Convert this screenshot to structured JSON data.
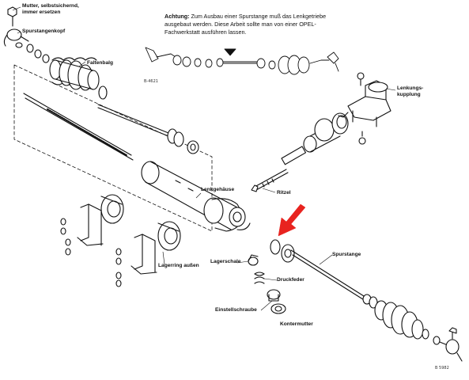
{
  "note": {
    "heading": "Achtung:",
    "text": "Zum Ausbau einer Spurstange muß das Lenkgetriebe ausgebaut werden. Diese Arbeit sollte man von einer OPEL-Fachwerkstatt ausführen lassen."
  },
  "labels": {
    "mutter_line1": "Mutter, selbstsichernd,",
    "mutter_line2": "immer ersetzen",
    "spurstangenkopf": "Spurstangenkopf",
    "faltenbalg": "Faltenbalg",
    "lenkungskupplung_line1": "Lenkungs-",
    "lenkungskupplung_line2": "kupplung",
    "ritzel": "Ritzel",
    "lenkgehaeuse": "Lenkgehäuse",
    "lagerring_aussen": "Lagerring außen",
    "lagerschale": "Lagerschale",
    "druckfeder": "Druckfeder",
    "einstellschraube": "Einstellschraube",
    "kontermutter": "Kontermutter",
    "spurstange": "Spurstange"
  },
  "figure_codes": {
    "inset": "B-4621",
    "main": "B 5982"
  },
  "colors": {
    "ink": "#111111",
    "highlight_arrow": "#e8231f",
    "background": "#ffffff"
  }
}
